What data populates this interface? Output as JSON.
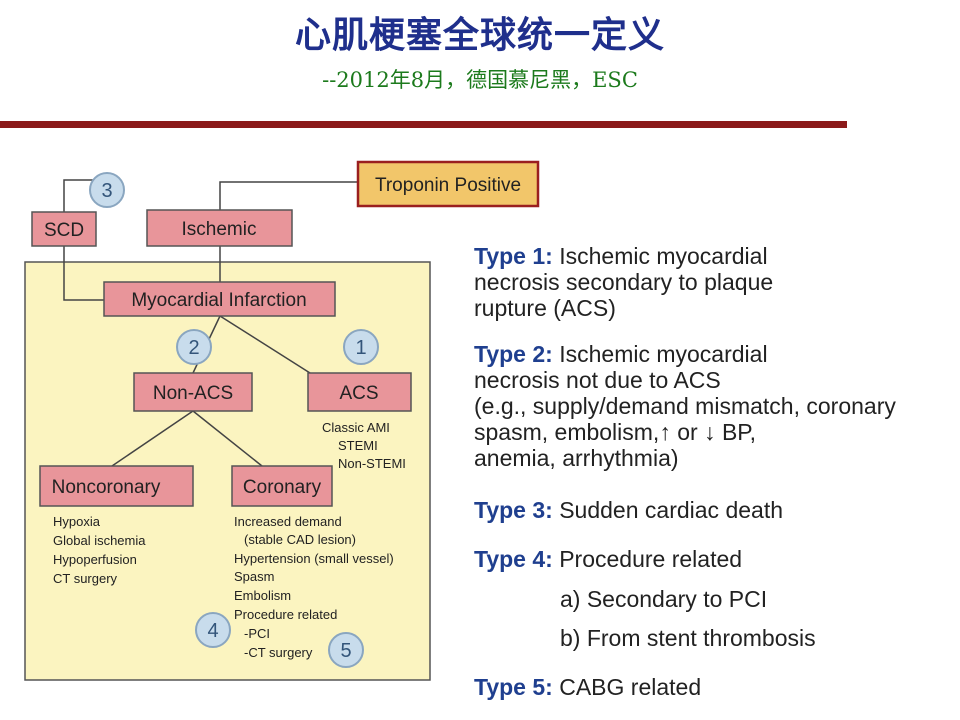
{
  "slide": {
    "title": "心肌梗塞全球统一定义",
    "subtitle": "--2012年8月，德国慕尼黑，ESC"
  },
  "diagram": {
    "troponin": "Troponin Positive",
    "scd": "SCD",
    "ischemic": "Ischemic",
    "mi": "Myocardial Infarction",
    "non_acs": "Non-ACS",
    "acs": "ACS",
    "acs_notes": [
      "Classic AMI",
      "STEMI",
      "Non-STEMI"
    ],
    "noncoronary": "Noncoronary",
    "coronary": "Coronary",
    "noncoronary_notes": [
      "Hypoxia",
      "Global ischemia",
      "Hypoperfusion",
      "CT surgery"
    ],
    "coronary_notes": [
      "Increased demand",
      "(stable CAD lesion)",
      "Hypertension (small vessel)",
      "Spasm",
      "Embolism",
      "Procedure related",
      "-PCI",
      "-CT surgery"
    ],
    "badges": [
      "1",
      "2",
      "3",
      "4",
      "5"
    ]
  },
  "types": {
    "t1_label": "Type 1:",
    "t1_text": [
      "Ischemic myocardial",
      "necrosis secondary to plaque",
      "rupture (ACS)"
    ],
    "t2_label": "Type 2:",
    "t2_text": [
      "Ischemic myocardial",
      "necrosis not due to ACS",
      "(e.g., supply/demand mismatch, coronary",
      "spasm, embolism,↑ or ↓ BP,",
      "anemia, arrhythmia)"
    ],
    "t3_label": "Type 3:",
    "t3_text": "Sudden cardiac death",
    "t4_label": "Type 4:",
    "t4_text": "Procedure related",
    "t4_sub": [
      "a) Secondary to PCI",
      "b) From stent thrombosis"
    ],
    "t5_label": "Type 5:",
    "t5_text": "CABG related"
  },
  "colors": {
    "title": "#1f2f8c",
    "subtitle": "#1c7a1c",
    "divider": "#8b1a1a",
    "box_fill": "#e8959a",
    "troponin_fill": "#f2c66a",
    "panel_fill": "#fbf4c0",
    "badge_fill": "#c8dcec",
    "type_label": "#1f3f8f"
  }
}
